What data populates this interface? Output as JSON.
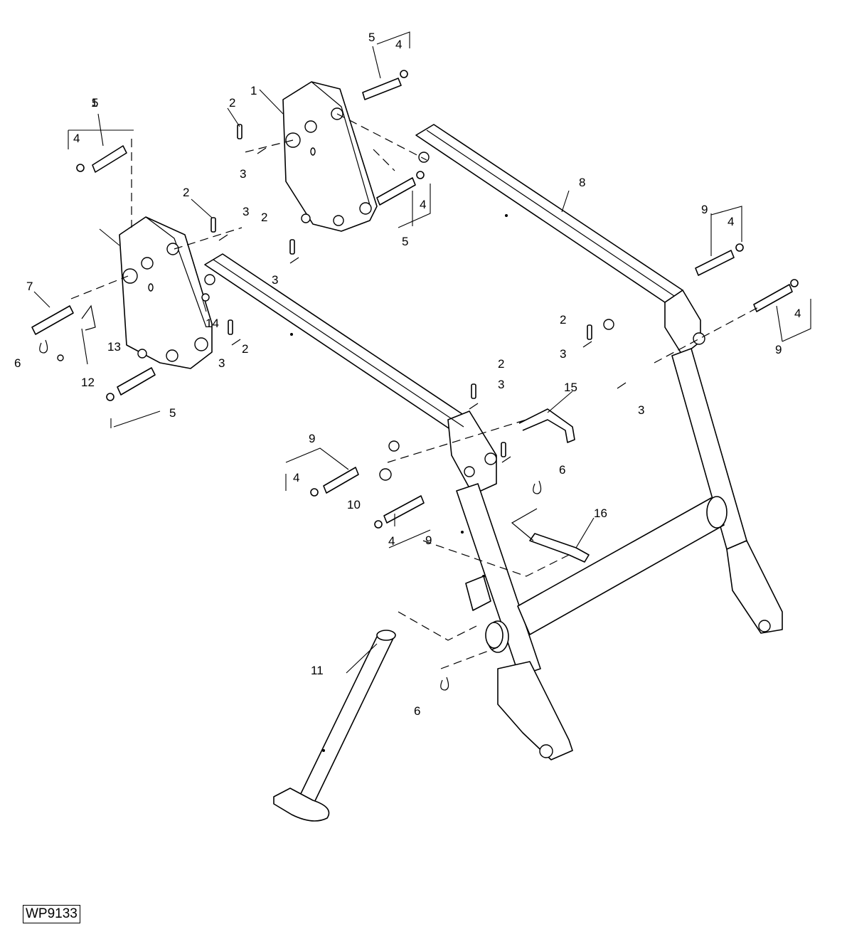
{
  "figure_id": "WP9133",
  "callouts": [
    "1",
    "1",
    "2",
    "2",
    "2",
    "2",
    "2",
    "2",
    "3",
    "3",
    "3",
    "3",
    "3",
    "3",
    "3",
    "4",
    "4",
    "4",
    "4",
    "4",
    "4",
    "4",
    "5",
    "5",
    "5",
    "5",
    "6",
    "6",
    "6",
    "7",
    "8",
    "9",
    "9",
    "9",
    "9",
    "10",
    "11",
    "12",
    "13",
    "14",
    "15",
    "16"
  ]
}
